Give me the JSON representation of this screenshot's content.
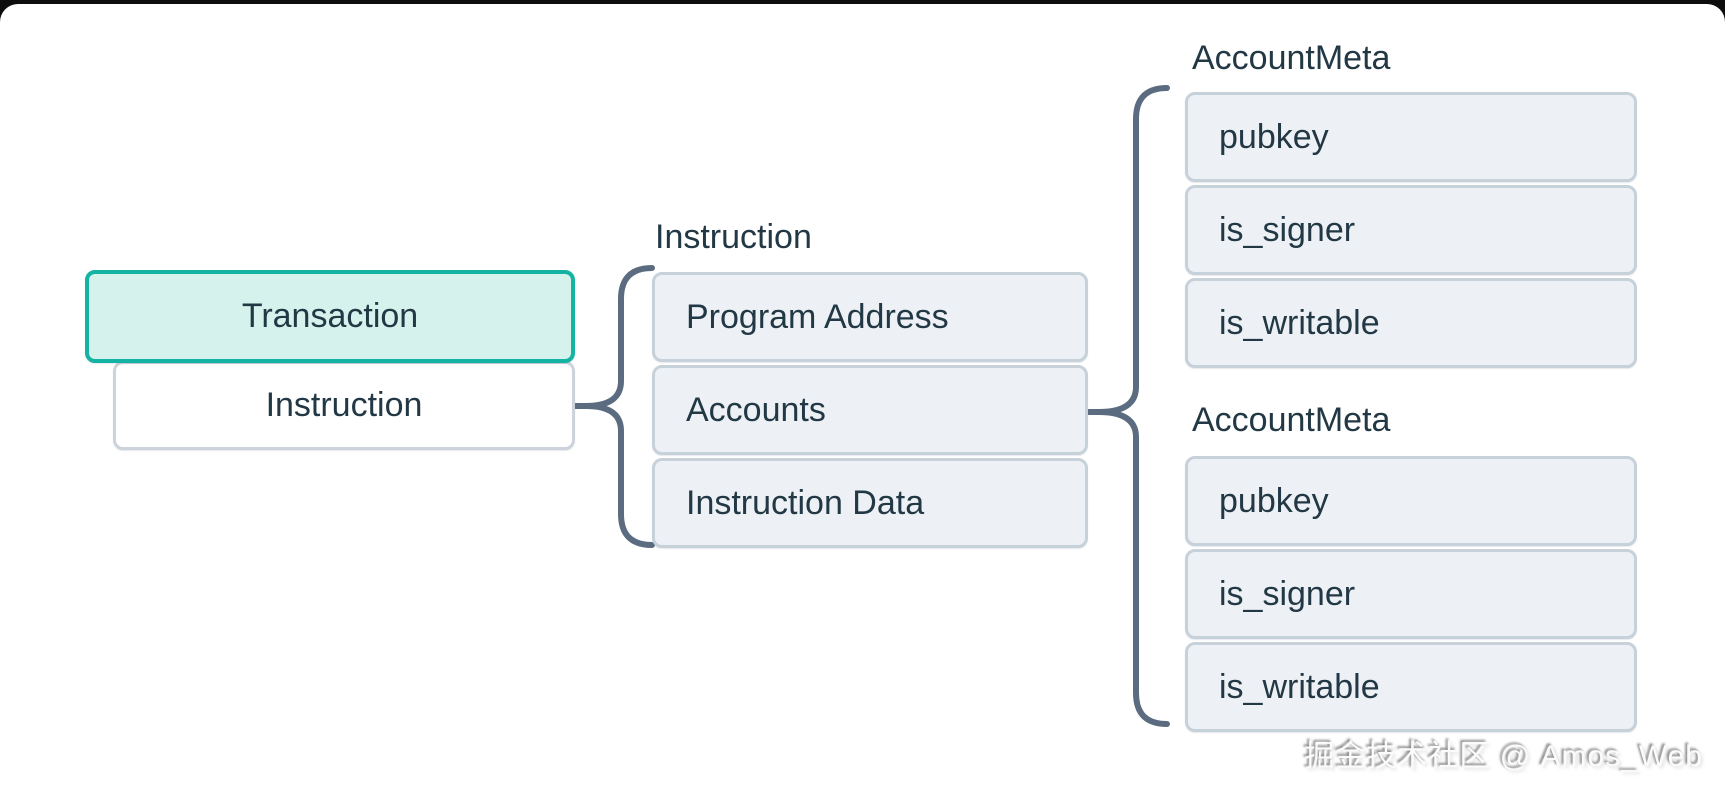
{
  "diagram": {
    "transaction": {
      "label": "Transaction"
    },
    "transaction_child": {
      "label": "Instruction"
    },
    "instruction_group": {
      "title": "Instruction",
      "fields": [
        "Program Address",
        "Accounts",
        "Instruction Data"
      ]
    },
    "account_meta_groups": [
      {
        "title": "AccountMeta",
        "fields": [
          "pubkey",
          "is_signer",
          "is_writable"
        ]
      },
      {
        "title": "AccountMeta",
        "fields": [
          "pubkey",
          "is_signer",
          "is_writable"
        ]
      }
    ]
  },
  "watermark": {
    "text": "掘金技术社区 @ Amos_Web"
  },
  "colors": {
    "accent-teal": "#15b3a3",
    "accent-teal-fill": "#d5f2ec",
    "node-fill": "#edf1f5",
    "node-border": "#c7d1da",
    "node-border-soft": "#ccd3da",
    "text": "#223845",
    "brace": "#5b6c80",
    "page-bg": "#ffffff",
    "frame-bg": "#0d0d0d"
  }
}
